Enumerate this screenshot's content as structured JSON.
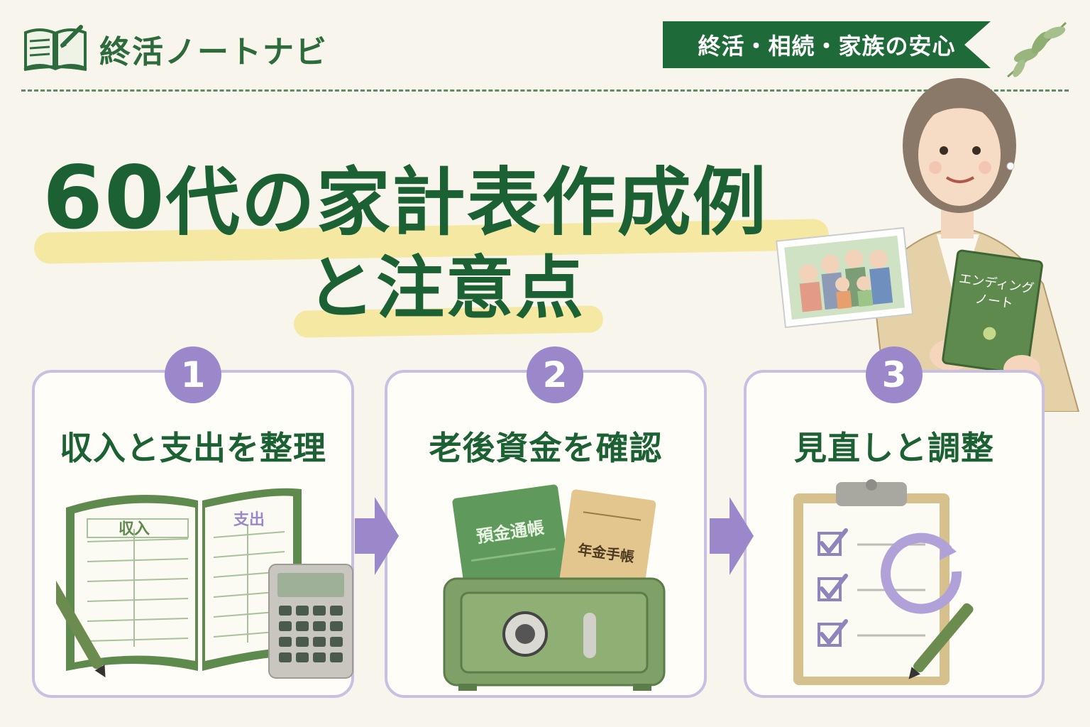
{
  "site": {
    "name": "終活ノートナビ"
  },
  "ribbon": {
    "text": "終活・相続・家族の安心"
  },
  "title": {
    "line1_num": "60",
    "line1_rest": "代の家計表作成例",
    "line2": "と注意点"
  },
  "steps": [
    {
      "number": "1",
      "label": "収入と支出を整理",
      "notebook_left": "収入",
      "notebook_right": "支出"
    },
    {
      "number": "2",
      "label": "老後資金を確認",
      "bankbook": "預金通帳",
      "pension_book": "年金手帳"
    },
    {
      "number": "3",
      "label": "見直しと調整"
    }
  ],
  "illustration": {
    "ending_note": "エンディング",
    "ending_note2": "ノート"
  },
  "colors": {
    "green": "#1b6133",
    "purple": "#9a88cb",
    "highlight": "#f3e79b",
    "cream": "#f8f5ec"
  }
}
